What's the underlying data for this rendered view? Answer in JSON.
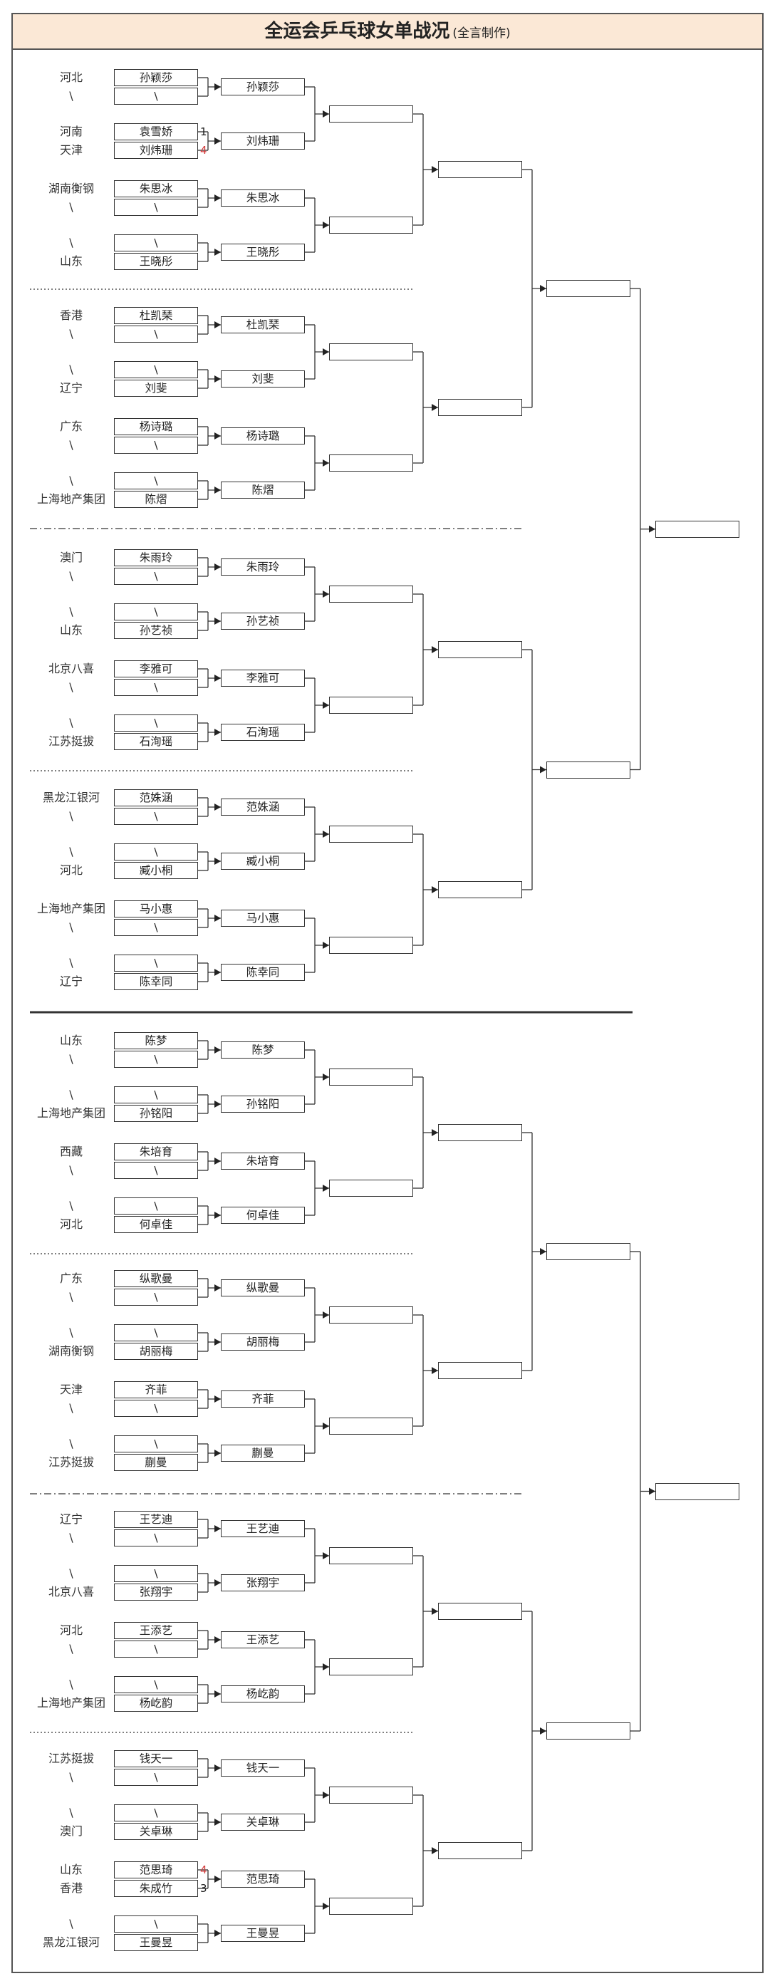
{
  "title": {
    "main": "全运会乒乓球女单战况",
    "sub": "(全言制作)"
  },
  "round1": [
    {
      "team": "河北",
      "player": "孙颖莎"
    },
    {
      "team": "\\",
      "player": "\\"
    },
    {
      "team": "河南",
      "player": "袁雪娇",
      "score": "1",
      "red": false
    },
    {
      "team": "天津",
      "player": "刘炜珊",
      "score": "4",
      "red": true
    },
    {
      "team": "湖南衡钢",
      "player": "朱思冰"
    },
    {
      "team": "\\",
      "player": "\\"
    },
    {
      "team": "\\",
      "player": "\\"
    },
    {
      "team": "山东",
      "player": "王晓彤"
    },
    {
      "team": "香港",
      "player": "杜凯琹"
    },
    {
      "team": "\\",
      "player": "\\"
    },
    {
      "team": "\\",
      "player": "\\"
    },
    {
      "team": "辽宁",
      "player": "刘斐"
    },
    {
      "team": "广东",
      "player": "杨诗璐"
    },
    {
      "team": "\\",
      "player": "\\"
    },
    {
      "team": "\\",
      "player": "\\"
    },
    {
      "team": "上海地产集团",
      "player": "陈熠"
    },
    {
      "team": "澳门",
      "player": "朱雨玲"
    },
    {
      "team": "\\",
      "player": "\\"
    },
    {
      "team": "\\",
      "player": "\\"
    },
    {
      "team": "山东",
      "player": "孙艺祯"
    },
    {
      "team": "北京八喜",
      "player": "李雅可"
    },
    {
      "team": "\\",
      "player": "\\"
    },
    {
      "team": "\\",
      "player": "\\"
    },
    {
      "team": "江苏挺拔",
      "player": "石洵瑶"
    },
    {
      "team": "黑龙江银河",
      "player": "范姝涵"
    },
    {
      "team": "\\",
      "player": "\\"
    },
    {
      "team": "\\",
      "player": "\\"
    },
    {
      "team": "河北",
      "player": "臧小桐"
    },
    {
      "team": "上海地产集团",
      "player": "马小惠"
    },
    {
      "team": "\\",
      "player": "\\"
    },
    {
      "team": "\\",
      "player": "\\"
    },
    {
      "team": "辽宁",
      "player": "陈幸同"
    },
    {
      "team": "山东",
      "player": "陈梦"
    },
    {
      "team": "\\",
      "player": "\\"
    },
    {
      "team": "\\",
      "player": "\\"
    },
    {
      "team": "上海地产集团",
      "player": "孙铭阳"
    },
    {
      "team": "西藏",
      "player": "朱培育"
    },
    {
      "team": "\\",
      "player": "\\"
    },
    {
      "team": "\\",
      "player": "\\"
    },
    {
      "team": "河北",
      "player": "何卓佳"
    },
    {
      "team": "广东",
      "player": "纵歌曼"
    },
    {
      "team": "\\",
      "player": "\\"
    },
    {
      "team": "\\",
      "player": "\\"
    },
    {
      "team": "湖南衡钢",
      "player": "胡丽梅"
    },
    {
      "team": "天津",
      "player": "齐菲"
    },
    {
      "team": "\\",
      "player": "\\"
    },
    {
      "team": "\\",
      "player": "\\"
    },
    {
      "team": "江苏挺拔",
      "player": "蒯曼"
    },
    {
      "team": "辽宁",
      "player": "王艺迪"
    },
    {
      "team": "\\",
      "player": "\\"
    },
    {
      "team": "\\",
      "player": "\\"
    },
    {
      "team": "北京八喜",
      "player": "张翔宇"
    },
    {
      "team": "河北",
      "player": "王添艺"
    },
    {
      "team": "\\",
      "player": "\\"
    },
    {
      "team": "\\",
      "player": "\\"
    },
    {
      "team": "上海地产集团",
      "player": "杨屹韵"
    },
    {
      "team": "江苏挺拔",
      "player": "钱天一"
    },
    {
      "team": "\\",
      "player": "\\"
    },
    {
      "team": "\\",
      "player": "\\"
    },
    {
      "team": "澳门",
      "player": "关卓琳"
    },
    {
      "team": "山东",
      "player": "范思琦",
      "score": "4",
      "red": true
    },
    {
      "team": "香港",
      "player": "朱成竹",
      "score": "3",
      "red": false
    },
    {
      "team": "\\",
      "player": "\\"
    },
    {
      "team": "黑龙江银河",
      "player": "王曼昱"
    }
  ],
  "round2": [
    "孙颖莎",
    "刘炜珊",
    "朱思冰",
    "王晓彤",
    "杜凯琹",
    "刘斐",
    "杨诗璐",
    "陈熠",
    "朱雨玲",
    "孙艺祯",
    "李雅可",
    "石洵瑶",
    "范姝涵",
    "臧小桐",
    "马小惠",
    "陈幸同",
    "陈梦",
    "孙铭阳",
    "朱培育",
    "何卓佳",
    "纵歌曼",
    "胡丽梅",
    "齐菲",
    "蒯曼",
    "王艺迪",
    "张翔宇",
    "王添艺",
    "杨屹韵",
    "钱天一",
    "关卓琳",
    "范思琦",
    "王曼昱"
  ]
}
